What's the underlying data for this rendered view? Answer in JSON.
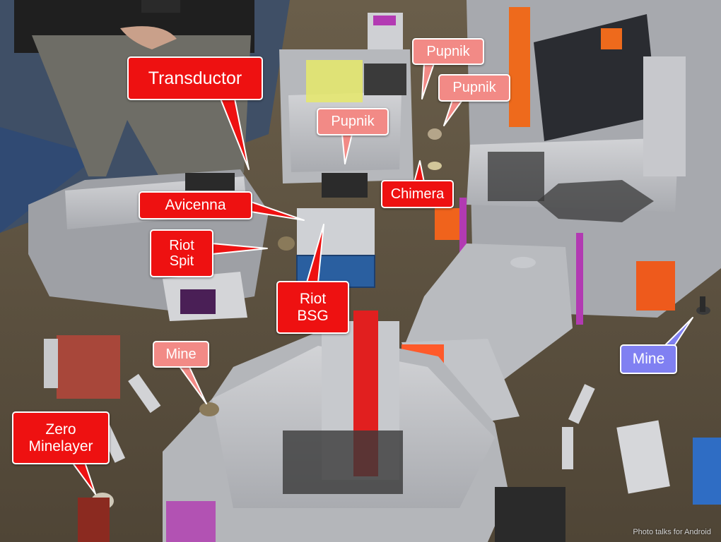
{
  "colors": {
    "red": "#ee1111",
    "salmon": "#f28a86",
    "violet": "#8080f2",
    "label_text": "#ffffff"
  },
  "labels": {
    "transductor": "Transductor",
    "pupnik_1": "Pupnik",
    "pupnik_2": "Pupnik",
    "pupnik_3": "Pupnik",
    "chimera": "Chimera",
    "avicenna": "Avicenna",
    "riot_spit": "Riot\nSpit",
    "riot_bsg": "Riot\nBSG",
    "mine_1": "Mine",
    "mine_2": "Mine",
    "zero_minelayer": "Zero\nMinelayer"
  },
  "watermark": "Photo talks for Android"
}
